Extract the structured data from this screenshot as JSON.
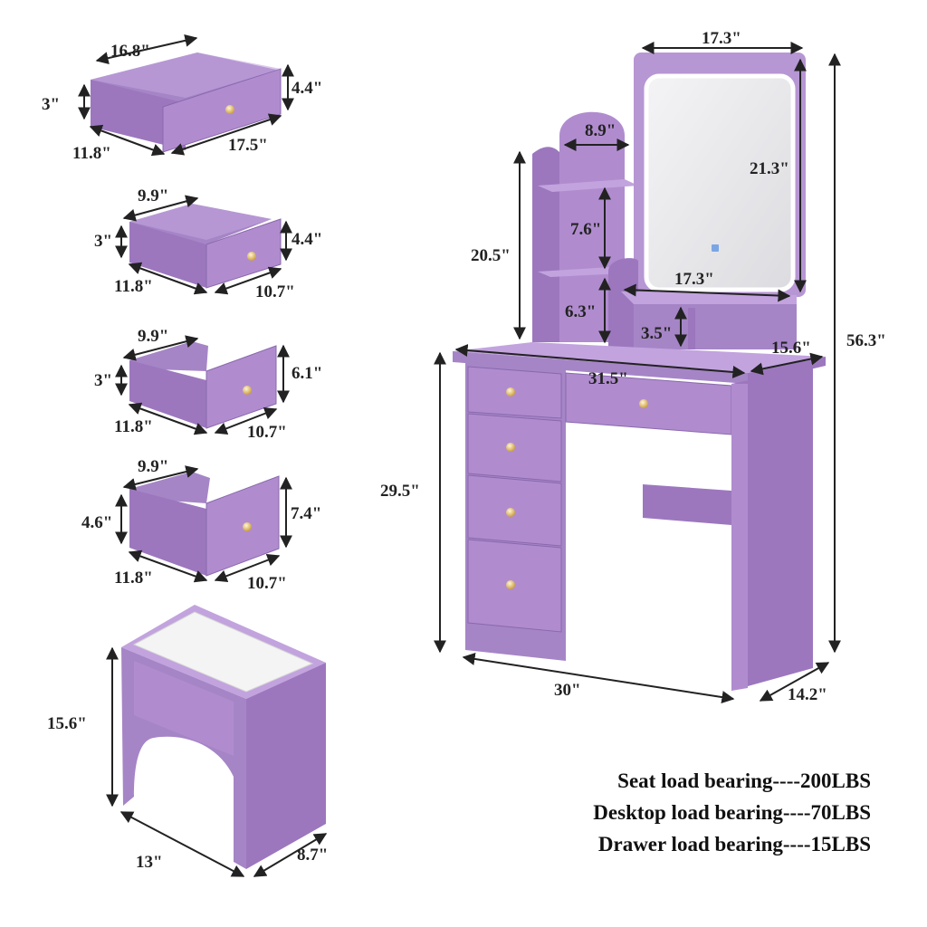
{
  "colors": {
    "purple_front": "#b08ccf",
    "purple_side": "#9c77be",
    "purple_inner": "#a585c6",
    "purple_top": "#c2a3de",
    "purple_dark": "#8a68ad",
    "mirror_frame": "#b796d4",
    "mirror_glass": "#e9e9ec",
    "cushion": "#f4f4f4",
    "knob": "#d8b25a",
    "dimension_line": "#222222"
  },
  "drawers": [
    {
      "name": "drawer-1",
      "width": "16.8\"",
      "height": "3\"",
      "front_height": "4.4\"",
      "depth": "11.8\"",
      "front_width": "17.5\""
    },
    {
      "name": "drawer-2",
      "width": "9.9\"",
      "height": "3\"",
      "front_height": "4.4\"",
      "depth": "11.8\"",
      "front_width": "10.7\""
    },
    {
      "name": "drawer-3",
      "width": "9.9\"",
      "height": "3\"",
      "front_height": "6.1\"",
      "depth": "11.8\"",
      "front_width": "10.7\""
    },
    {
      "name": "drawer-4",
      "width": "9.9\"",
      "height": "4.6\"",
      "front_height": "7.4\"",
      "depth": "11.8\"",
      "front_width": "10.7\""
    }
  ],
  "stool": {
    "height": "15.6\"",
    "width": "13\"",
    "depth": "8.7\""
  },
  "vanity": {
    "mirror_width": "17.3\"",
    "mirror_height": "21.3\"",
    "shelf_arch_width": "8.9\"",
    "shelf_unit_height": "20.5\"",
    "shelf_top_gap": "7.6\"",
    "shelf_bottom_gap": "6.3\"",
    "cubby_width": "17.3\"",
    "cubby_height": "3.5\"",
    "desktop_depth": "15.6\"",
    "desktop_width": "31.5\"",
    "desk_height": "29.5\"",
    "total_height": "56.3\"",
    "base_width": "30\"",
    "base_depth": "14.2\""
  },
  "loads": [
    "Seat load bearing----200LBS",
    "Desktop load bearing----70LBS",
    "Drawer load bearing----15LBS"
  ]
}
